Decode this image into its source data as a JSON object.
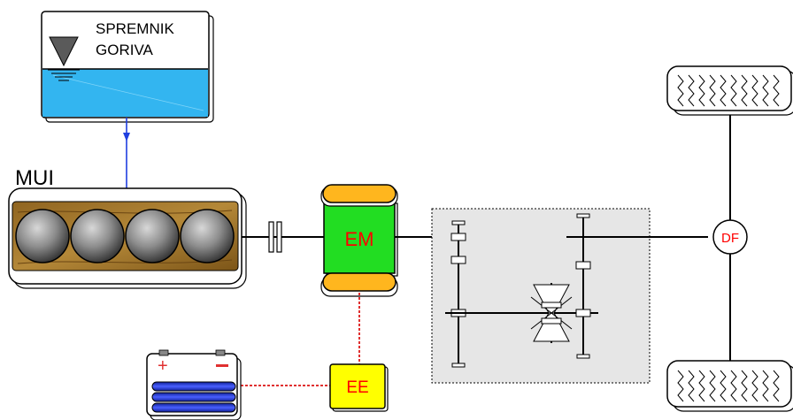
{
  "labels": {
    "tank_line1": "SPREMNIK",
    "tank_line2": "GORIVA",
    "engine": "MUI",
    "motor": "EM",
    "electronics": "EE",
    "differential": "DF"
  },
  "colors": {
    "fuel": "#33b5f0",
    "engine_block": "#a6792e",
    "motor": "#22dd22",
    "motor_caps": "#ffb61e",
    "electronics": "#ffff00",
    "red_text": "#ff0000",
    "battery": "#1a2fcc",
    "gearbox_bg": "#e6e6e6",
    "fuel_line": "#1f3fe0",
    "electric_line": "#e03030"
  }
}
